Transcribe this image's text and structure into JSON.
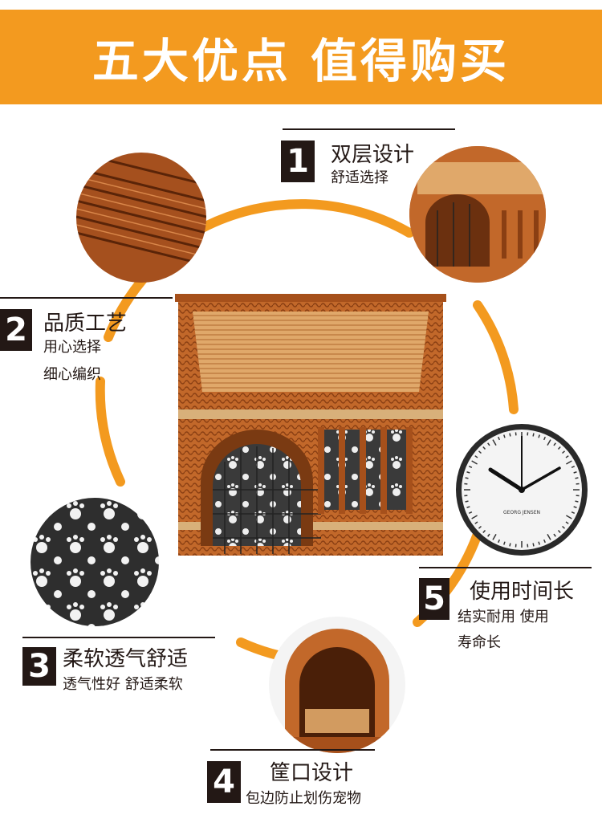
{
  "banner": {
    "title": "五大优点 值得购买"
  },
  "features": [
    {
      "num": "1",
      "title": "双层设计",
      "desc": [
        "舒适选择"
      ]
    },
    {
      "num": "2",
      "title": "品质工艺",
      "desc": [
        "用心选择",
        "细心编织"
      ]
    },
    {
      "num": "3",
      "title": "柔软透气舒适",
      "desc": [
        "透气性好 舒适柔软"
      ]
    },
    {
      "num": "4",
      "title": "筐口设计",
      "desc": [
        "包边防止划伤宠物"
      ]
    },
    {
      "num": "5",
      "title": "使用时间长",
      "desc": [
        "结实耐用 使用",
        "寿命长"
      ]
    }
  ],
  "clock": {
    "brand": "GEORG JENSEN"
  },
  "colors": {
    "accent": "#f39a1f",
    "wicker": "#c2682a",
    "dark": "#231815"
  }
}
